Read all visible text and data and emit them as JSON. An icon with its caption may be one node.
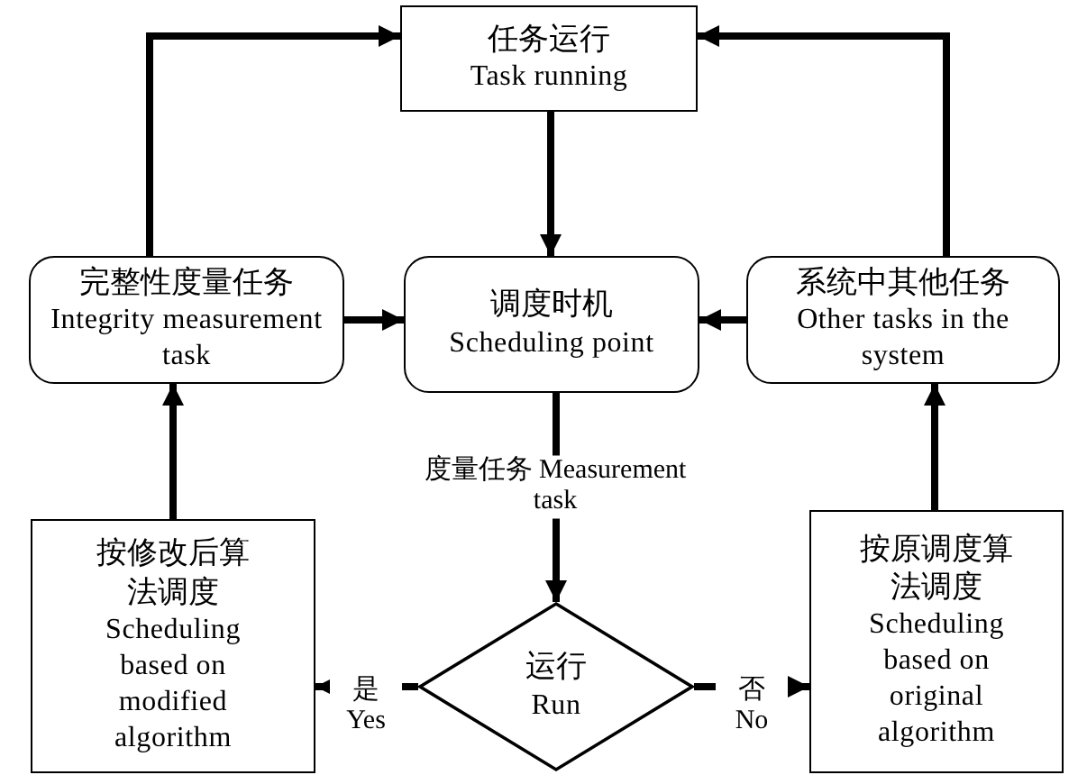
{
  "diagram": {
    "nodes": [
      {
        "text": [
          "任务运行",
          "Task running"
        ]
      },
      {
        "text": [
          "完整性度量任务",
          "Integrity measurement task"
        ]
      },
      {
        "text": [
          "调度时机",
          "Scheduling point"
        ]
      },
      {
        "text": [
          "系统中其他任务",
          "Other tasks in the system"
        ]
      },
      {
        "text": [
          "运行",
          "Run"
        ]
      },
      {
        "text": [
          "按修改后算法调度",
          "Scheduling based on modified algorithm"
        ]
      },
      {
        "text": [
          "按原调度算法调度",
          "Scheduling based on original algorithm"
        ]
      }
    ],
    "edges": [
      {
        "from": 1,
        "to": 0,
        "arrow": "to"
      },
      {
        "from": 3,
        "to": 0,
        "arrow": "to"
      },
      {
        "from": 0,
        "to": 2,
        "arrow": "to"
      },
      {
        "from": 1,
        "to": 2,
        "arrow": "to"
      },
      {
        "from": 3,
        "to": 2,
        "arrow": "to"
      },
      {
        "from": 2,
        "to": 4,
        "arrow": "to",
        "label": "度量任务 Measurement task"
      },
      {
        "from": 4,
        "to": 5,
        "arrow": "to",
        "label": "是 Yes"
      },
      {
        "from": 4,
        "to": 6,
        "arrow": "to",
        "label": "否 No"
      },
      {
        "from": 5,
        "to": 1,
        "arrow": "to"
      },
      {
        "from": 6,
        "to": 3,
        "arrow": "to"
      }
    ]
  }
}
